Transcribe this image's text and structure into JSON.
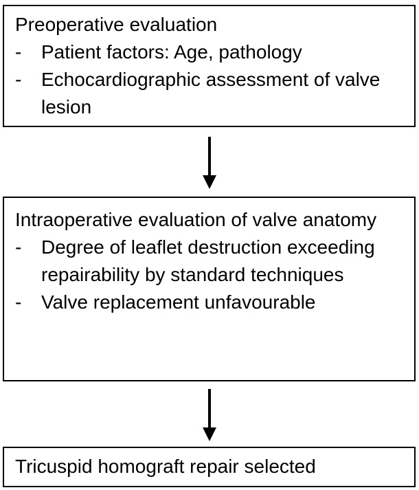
{
  "flowchart": {
    "bullet_marker": "-",
    "boxes": [
      {
        "title": "Preoperative evaluation",
        "bullets": [
          "Patient factors: Age, pathology",
          "Echocardiographic assessment of valve lesion"
        ]
      },
      {
        "title": "Intraoperative evaluation of valve anatomy",
        "bullets": [
          "Degree of leaflet destruction exceeding repairability by standard techniques",
          "Valve replacement unfavourable"
        ]
      },
      {
        "title": "Tricuspid homograft repair selected",
        "bullets": []
      }
    ],
    "colors": {
      "border": "#000000",
      "text": "#000000",
      "background": "#ffffff",
      "arrow": "#000000"
    }
  }
}
